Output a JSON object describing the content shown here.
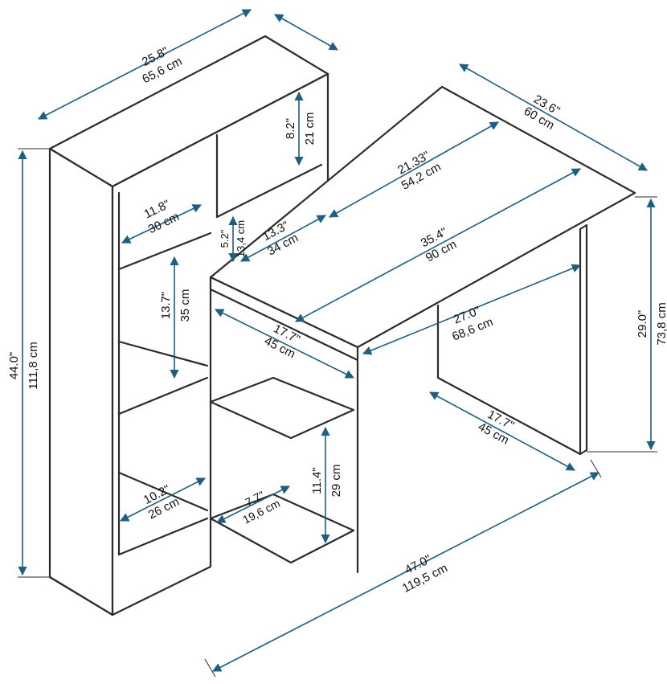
{
  "colors": {
    "dimension_line": "#1e5e82",
    "outline": "#2b2b2b",
    "text": "#111111",
    "background": "#ffffff"
  },
  "dimensions": {
    "bookcase_width": {
      "in": "25.8\"",
      "cm": "65,6 cm"
    },
    "desk_depth_top": {
      "in": "23.6\"",
      "cm": "60 cm"
    },
    "top_compartment_height": {
      "in": "8.2\"",
      "cm": "21 cm"
    },
    "inner_depth": {
      "in": "21.33\"",
      "cm": "54,2 cm"
    },
    "upper_compartment_width": {
      "in": "11.8\"",
      "cm": "30 cm"
    },
    "small_gap": {
      "in": "5.2\"",
      "cm": "13,4 cm"
    },
    "lower_shelf_depth": {
      "in": "13.3\"",
      "cm": "34 cm"
    },
    "desk_width": {
      "in": "35.4\"",
      "cm": "90 cm"
    },
    "overall_height": {
      "in": "44.0\"",
      "cm": "111,8 cm"
    },
    "middle_compartment_height": {
      "in": "13.7\"",
      "cm": "35 cm"
    },
    "desk_height": {
      "in": "29.0\"",
      "cm": "73,8 cm"
    },
    "desk_depth": {
      "in": "17.7\"",
      "cm": "45 cm"
    },
    "knee_width": {
      "in": "27.0\"",
      "cm": "68,6 cm"
    },
    "leg_depth": {
      "in": "17.7\"",
      "cm": "45 cm"
    },
    "bottom_shelf_height": {
      "in": "11.4\"",
      "cm": "29 cm"
    },
    "bottom_compartment_width": {
      "in": "10.2\"",
      "cm": "26 cm"
    },
    "bottom_shelf_width": {
      "in": "7.7\"",
      "cm": "19,6 cm"
    },
    "overall_width": {
      "in": "47.0\"",
      "cm": "119,5 cm"
    }
  }
}
